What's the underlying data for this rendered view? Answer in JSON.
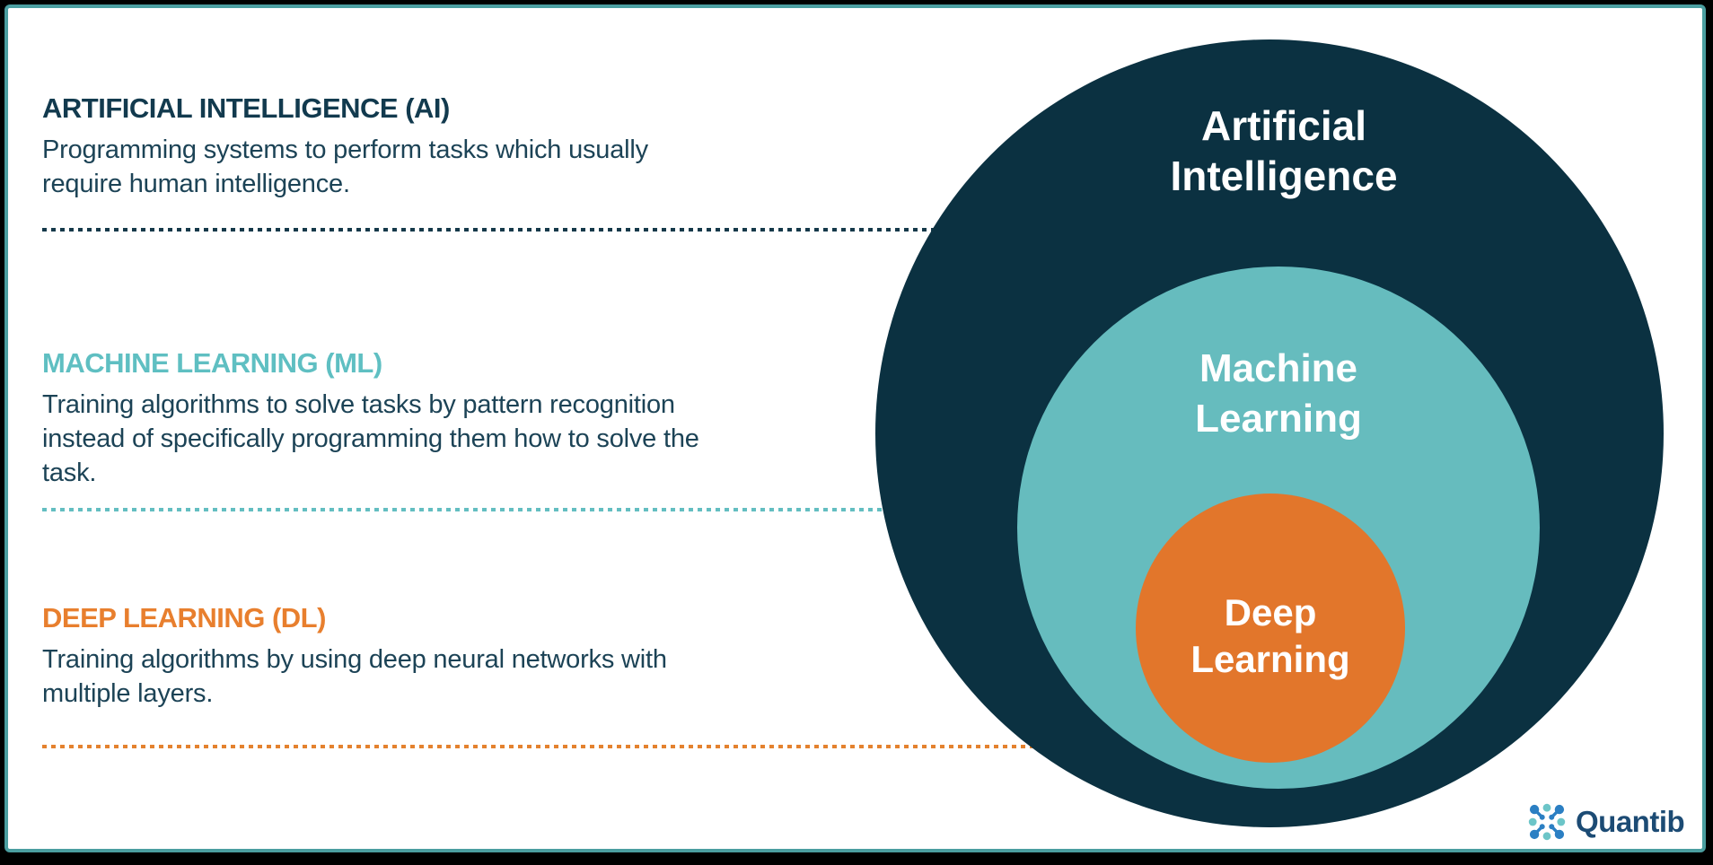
{
  "page": {
    "background": "#000000",
    "card_border_color": "#4b9ea0",
    "card_background": "#ffffff"
  },
  "panel": {
    "body_color": "#1c4356",
    "sections": [
      {
        "heading": "ARTIFICIAL INTELLIGENCE (AI)",
        "body": "Programming systems to perform tasks which usually\nrequire human intelligence.",
        "heading_color": "#123a4e",
        "divider_color": "#15394a"
      },
      {
        "heading": "MACHINE LEARNING (ML)",
        "body": "Training algorithms to solve tasks by pattern recognition\ninstead of specifically programming them how to solve the\ntask.",
        "heading_color": "#5fbfc2",
        "divider_color": "#63bec1"
      },
      {
        "heading": "DEEP LEARNING (DL)",
        "body": "Training algorithms by using deep neural networks with\nmultiple layers.",
        "heading_color": "#e87f2e",
        "divider_color": "#e4822f"
      }
    ]
  },
  "diagram": {
    "circles": [
      {
        "label": "Artificial\nIntelligence",
        "fill": "#0b3141",
        "text_color": "#ffffff"
      },
      {
        "label": "Machine\nLearning",
        "fill": "#66bcbe",
        "text_color": "#ffffff"
      },
      {
        "label": "Deep\nLearning",
        "fill": "#e2762b",
        "text_color": "#ffffff"
      }
    ]
  },
  "branding": {
    "logo_text": "Quantib",
    "logo_text_color": "#1c4b74",
    "logo_icon": "quantib-network-icon",
    "icon_blue": "#2b7fc3",
    "icon_teal": "#6cc5c8"
  }
}
